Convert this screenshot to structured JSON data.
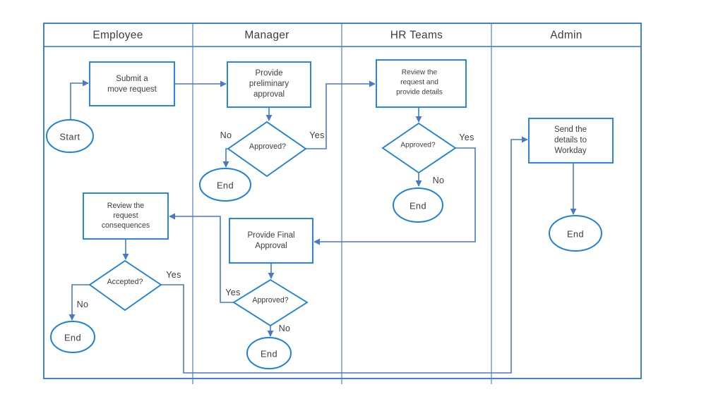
{
  "colors": {
    "shape_stroke": "#1e82d8",
    "connector": "#4a79c4",
    "lane_border": "#2a74d2",
    "lane_divider": "#5580c8",
    "text": "#3d3d3d",
    "background": "#ffffff"
  },
  "lanes": [
    {
      "label": "Employee"
    },
    {
      "label": "Manager"
    },
    {
      "label": "HR Teams"
    },
    {
      "label": "Admin"
    }
  ],
  "nodes": {
    "start": {
      "type": "terminator",
      "label": "Start"
    },
    "submit_request": {
      "type": "process",
      "line1": "Submit a",
      "line2": "move request"
    },
    "preliminary_approval": {
      "type": "process",
      "line1": "Provide",
      "line2": "preliminary",
      "line3": "approval"
    },
    "manager_approved": {
      "type": "decision",
      "label": "Approved?"
    },
    "manager_end_1": {
      "type": "terminator",
      "label": "End"
    },
    "hr_review": {
      "type": "process",
      "line1": "Review the",
      "line2": "request and",
      "line3": "provide details"
    },
    "hr_approved": {
      "type": "decision",
      "label": "Approved?"
    },
    "hr_end": {
      "type": "terminator",
      "label": "End"
    },
    "send_workday": {
      "type": "process",
      "line1": "Send the",
      "line2": "details to",
      "line3": "Workday"
    },
    "admin_end": {
      "type": "terminator",
      "label": "End"
    },
    "review_consequences": {
      "type": "process",
      "line1": "Review the",
      "line2": "request",
      "line3": "consequences"
    },
    "accepted": {
      "type": "decision",
      "label": "Accepted?"
    },
    "employee_end": {
      "type": "terminator",
      "label": "End"
    },
    "final_approval": {
      "type": "process",
      "line1": "Provide Final",
      "line2": "Approval"
    },
    "final_approved": {
      "type": "decision",
      "label": "Approved?"
    },
    "manager_end_2": {
      "type": "terminator",
      "label": "End"
    }
  },
  "edge_labels": {
    "manager_approved_no": "No",
    "manager_approved_yes": "Yes",
    "hr_approved_yes": "Yes",
    "hr_approved_no": "No",
    "final_approved_yes": "Yes",
    "final_approved_no": "No",
    "accepted_no": "No",
    "accepted_yes": "Yes"
  }
}
